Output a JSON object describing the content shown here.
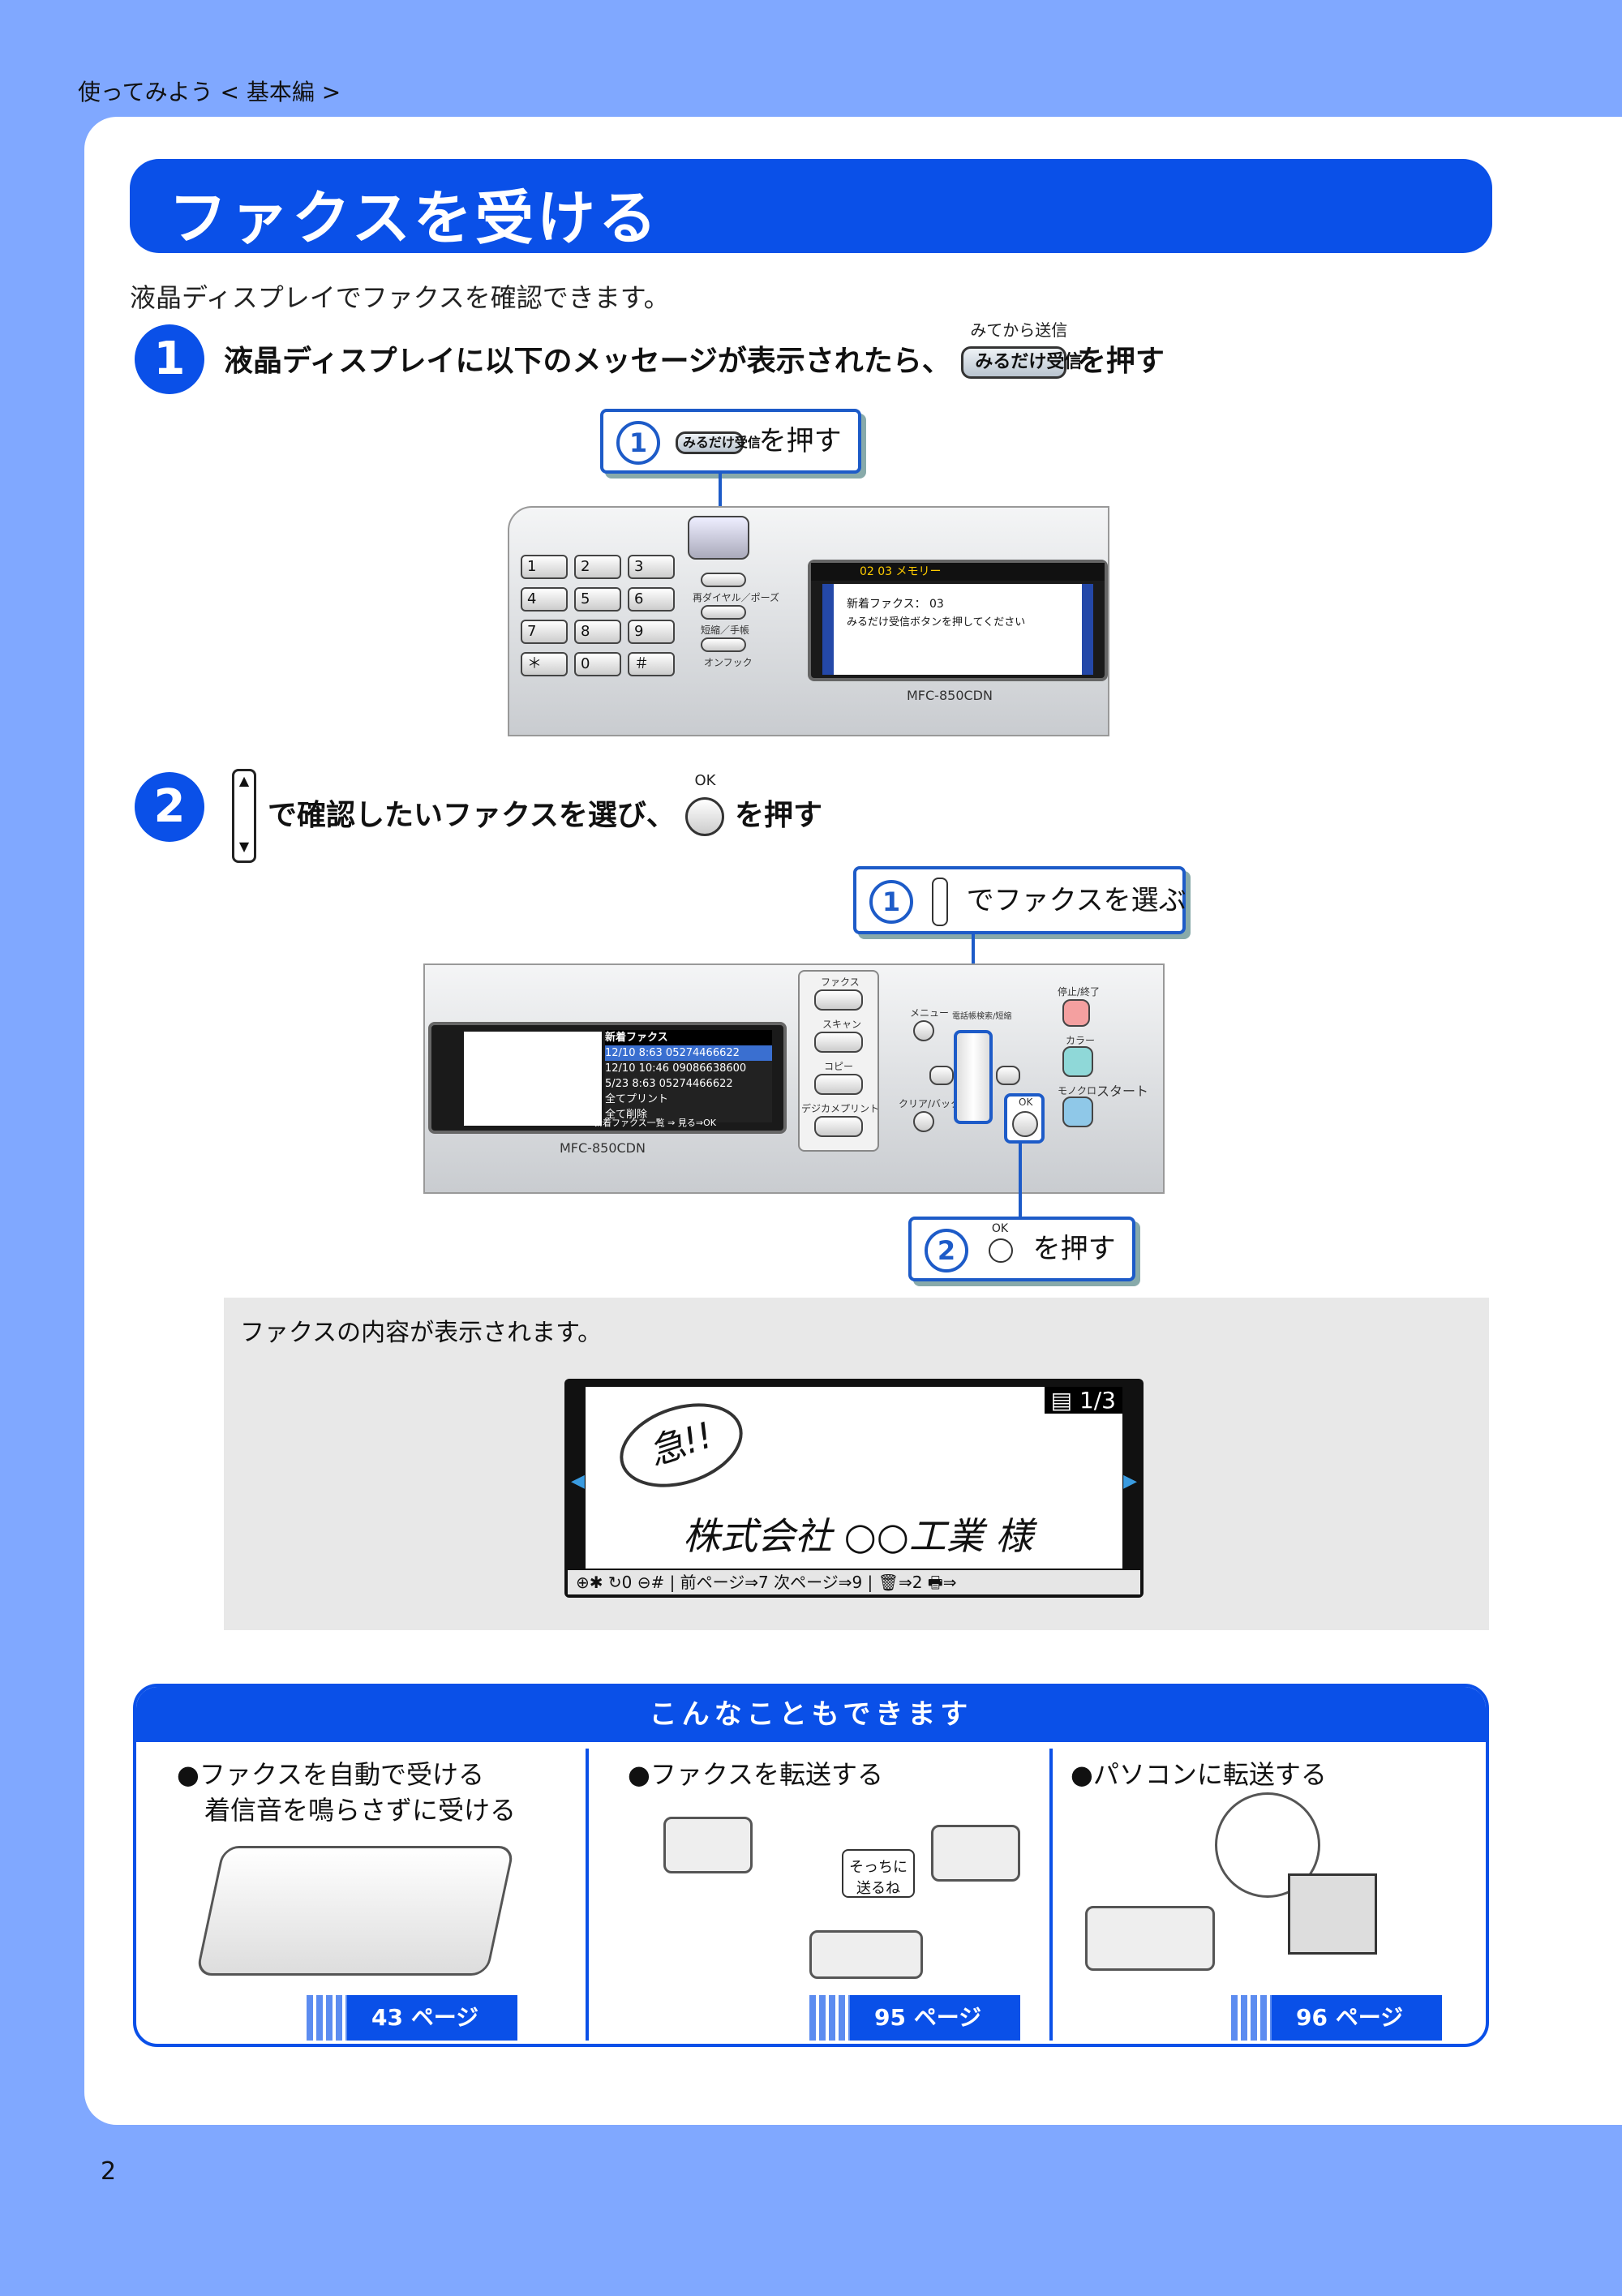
{
  "header": {
    "breadcrumb": "使ってみよう < 基本編 >"
  },
  "title": "ファクスを受ける",
  "intro": "液晶ディスプレイでファクスを確認できます。",
  "step1": {
    "number": "1",
    "text_before": "液晶ディスプレイに以下のメッセージが表示されたら、",
    "button_over_label": "みてから送信",
    "button_label": "みるだけ受信",
    "text_after": "を押す",
    "callout_num": "1",
    "callout_over_label": "みてから送信",
    "callout_button": "みるだけ受信",
    "callout_text": "を押す",
    "lcd_status": "02  03  メモリー",
    "lcd_line1": "新着ファクス：  03",
    "lcd_line2": "みるだけ受信ボタンを押してください",
    "model": "MFC-850CDN",
    "panel_labels": [
      "再ダイヤル／ポーズ",
      "短縮／手帳",
      "オンフック"
    ],
    "keys": [
      "1",
      "2",
      "3",
      "4",
      "5",
      "6",
      "7",
      "8",
      "9",
      "＊",
      "0",
      "＃"
    ]
  },
  "step2": {
    "number": "2",
    "text_main": "で確認したいファクスを選び、",
    "ok_label": "OK",
    "text_after": "を押す",
    "callout1_num": "1",
    "callout1_text": "でファクスを選ぶ",
    "callout2_num": "2",
    "callout2_ok": "OK",
    "callout2_text": "を押す",
    "model": "MFC-850CDN",
    "lcd_menu_title": "新着ファクス",
    "lcd_rows": [
      "12/10  8:63  05274466622",
      "12/10 10:46  09086638600",
      "5/23  8:63  05274466622",
      "全てプリント",
      "全て削除"
    ],
    "lcd_footer": "新着ファクス一覧 ⇒ 見る⇒OK",
    "mode_buttons": [
      "ファクス",
      "スキャン",
      "コピー",
      "デジカメプリント"
    ],
    "panel_labels": [
      "メニュー",
      "クリア/バック",
      "OK",
      "停止/終了",
      "カラー",
      "モノクロ",
      "スタート",
      "電話帳検索/短縮"
    ]
  },
  "result": {
    "caption": "ファクスの内容が表示されます。",
    "page_indicator": "1/3",
    "handwriting_main": "株式会社 ○○工業 様",
    "handwriting_circle": "急!!",
    "toolbar": "⊕✱  ↻0  ⊖#  |  前ページ⇒7  次ページ⇒9  |  🗑⇒2  🖶⇒"
  },
  "more": {
    "heading": "こんなこともできます",
    "items": [
      {
        "line1": "●ファクスを自動で受ける",
        "line2": "着信音を鳴らさずに受ける",
        "page": "43 ページ"
      },
      {
        "line1": "●ファクスを転送する",
        "bubble": "そっちに送るね",
        "page": "95 ページ"
      },
      {
        "line1": "●パソコンに転送する",
        "page": "96 ページ"
      }
    ]
  },
  "footer": {
    "page_number": "2"
  },
  "colors": {
    "brand_blue": "#0a50e8",
    "background": "#80a8ff",
    "callout_blue": "#1d5bc8"
  }
}
